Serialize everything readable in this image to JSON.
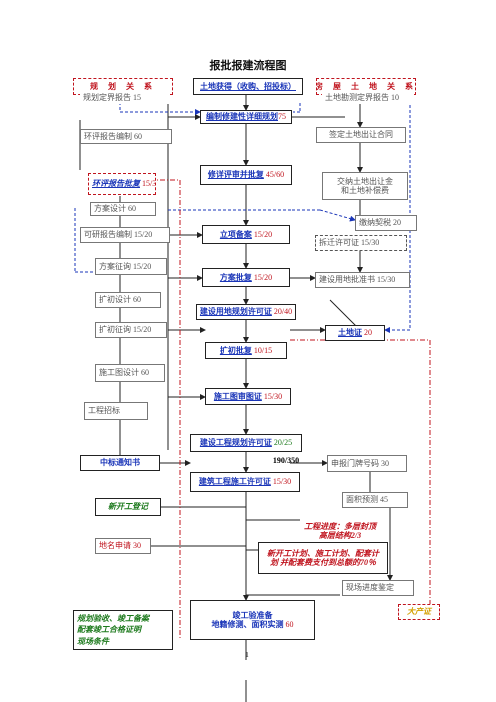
{
  "title": "报批报建流程图",
  "headers": {
    "planning": "规 划 关 系",
    "land": "土地获得（收购、招投标）",
    "housing": "房 屋 土 地 关 系"
  },
  "left": {
    "planning_report": "规划定界报告 15",
    "env_report": "环评报告编制 60",
    "env_approval_label": "环评报告批复",
    "env_approval_time": "15/30",
    "scheme_design": "方案设计 60",
    "feasibility": "可研报告编制 15/20",
    "scheme_consult": "方案征询 15/20",
    "expand_design": "扩初设计 60",
    "expand_consult": "扩初征询 15/20",
    "construction_drawing": "施工图设计 60",
    "tender": "工程招标",
    "bid_notice": "中标通知书",
    "new_register": "新开工登记",
    "name_apply": "地名申请 30",
    "final_accept": "规划验收、竣工备案\n配套竣工合格证明\n现场条件"
  },
  "center": {
    "detailed_plan_label": "编制修建性详细规划",
    "detailed_plan_time": "75",
    "design_review_label": "修详评审并批复",
    "design_review_time": "45/60",
    "project_register_label": "立项备案",
    "project_register_time": "15/20",
    "scheme_approval_label": "方案批复",
    "scheme_approval_time": "15/20",
    "land_permit_label": "建设用地规划许可证",
    "land_permit_time": "20/40",
    "expand_approval_label": "扩初批复",
    "expand_approval_time": "10/15",
    "drawing_review_label": "施工图审图证",
    "drawing_review_time": "15/30",
    "project_permit_label": "建设工程规划许可证",
    "project_permit_time": "20/25",
    "ratio": "190/350",
    "construction_permit_label": "建筑工程施工许可证",
    "construction_permit_time": "15/30",
    "prep_label": "竣工验准备",
    "survey_label": "地籍修测、面积实测",
    "survey_time": "60",
    "page_no": "1"
  },
  "right": {
    "boundary_report": "土地勘测定界报告 10",
    "land_contract": "签定土地出让合同",
    "pay_fee_line1": "交纳土地出让金",
    "pay_fee_line2": "和土地补偿费",
    "deed_tax": "缴纳契税 20",
    "demolition_permit": "拆迁许可证 15/30",
    "land_use_approval": "建设用地批准书 15/30",
    "land_cert_label": "土地证",
    "land_cert_time": "20",
    "door_number": "申报门牌号码 30",
    "area_predict": "面积预测 45",
    "progress_note_line1": "工程进度：多层封顶",
    "progress_note_line2": "高层结构2/3",
    "plan_note_line1": "新开工计划、施工计划、配套计",
    "plan_note_line2": "划 并配套费支付到总额的70％",
    "site_progress": "现场进度鉴定",
    "big_cert": "大产证"
  }
}
